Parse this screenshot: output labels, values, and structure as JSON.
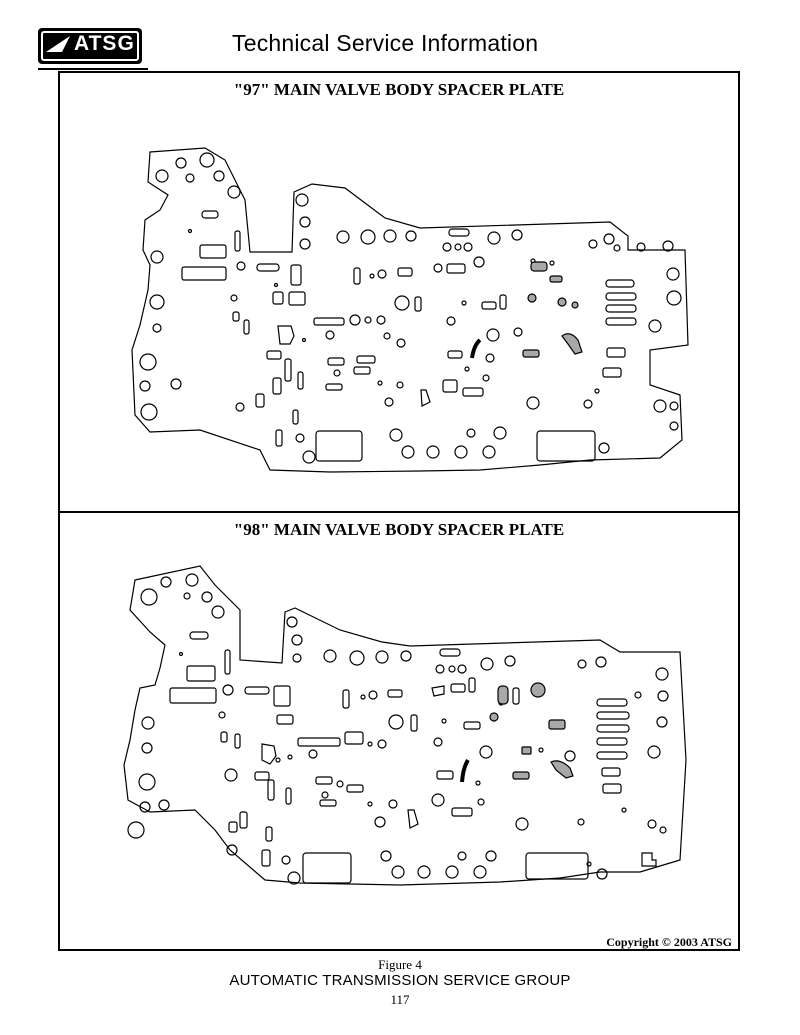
{
  "header": {
    "logo_text": "ATSG",
    "title": "Technical Service Information"
  },
  "panels": [
    {
      "title": "\"97\" MAIN VALVE BODY SPACER PLATE"
    },
    {
      "title": "\"98\" MAIN VALVE BODY SPACER PLATE"
    }
  ],
  "footer": {
    "copyright": "Copyright © 2003 ATSG",
    "figure_caption": "Figure 4",
    "organization": "AUTOMATIC TRANSMISSION SERVICE GROUP",
    "page_number": "117"
  },
  "colors": {
    "line": "#000000",
    "highlight_fill": "#a8a8a8",
    "background": "#ffffff"
  }
}
